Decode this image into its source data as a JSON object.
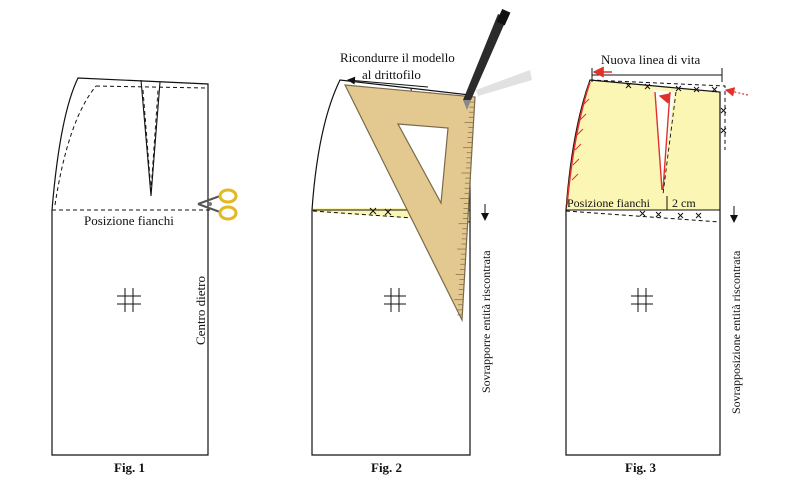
{
  "fig1": {
    "caption": "Fig. 1",
    "hip_label": "Posizione fianchi",
    "center_back_label": "Centro dietro"
  },
  "fig2": {
    "caption": "Fig. 2",
    "instruction_line1": "Ricondurre il modello",
    "instruction_line2": "al drittofilo",
    "overlap_label": "Sovrapporre entità riscontrata"
  },
  "fig3": {
    "caption": "Fig. 3",
    "new_waist_label": "Nuova linea di vita",
    "hip_label": "Posizione fianchi",
    "measure_label": "2 cm",
    "overlap_label": "Sovrapposizione entità riscontrata"
  },
  "colors": {
    "ruler": "#e3c88f",
    "ruler_stroke": "#7a6a4a",
    "highlight": "#fbf6b4",
    "red": "#e0312a",
    "pen": "#2b2b2b"
  }
}
